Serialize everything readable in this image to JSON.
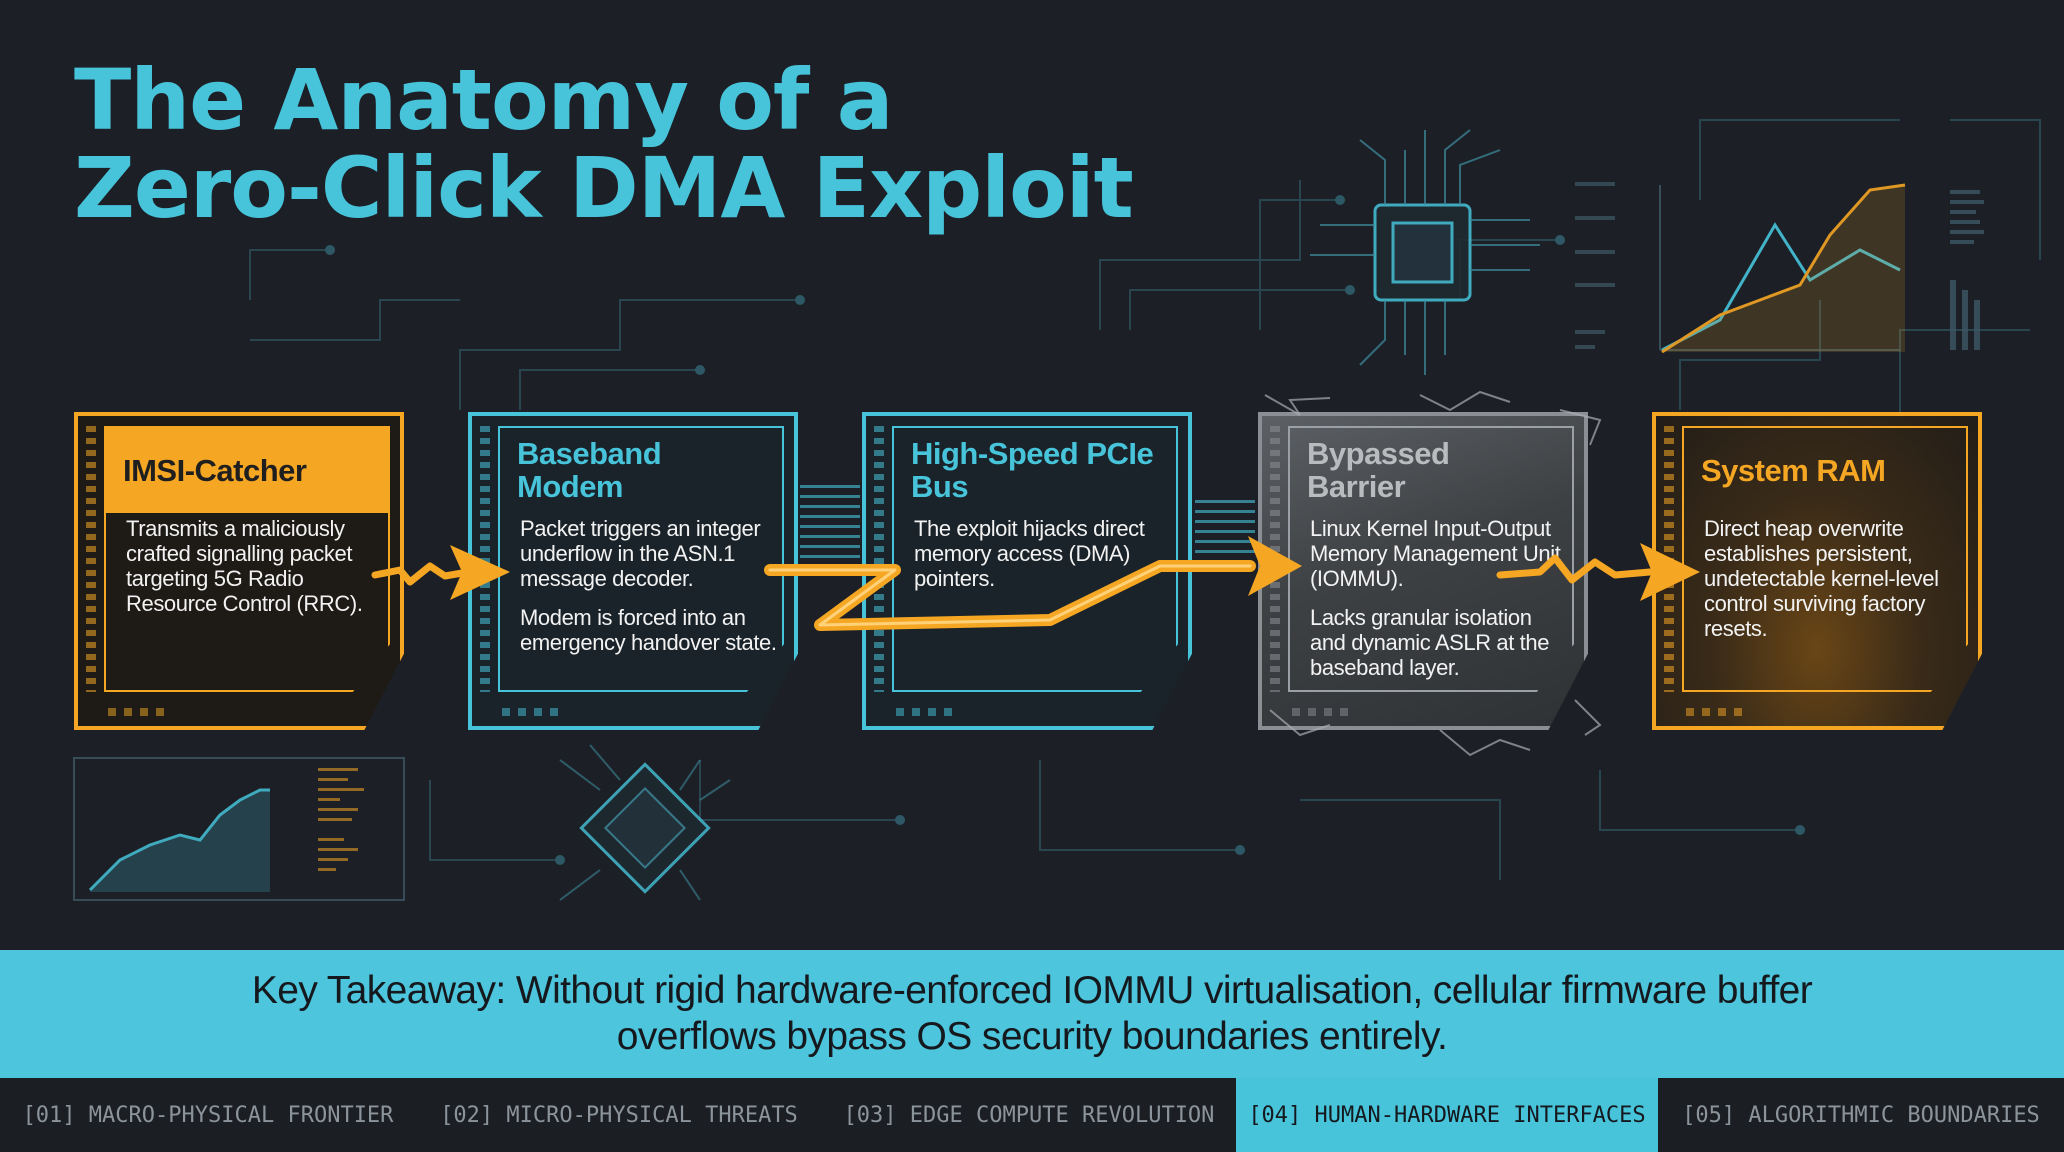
{
  "title": {
    "line1": "The Anatomy of a",
    "line2": "Zero-Click DMA Exploit"
  },
  "stages": [
    {
      "title": "IMSI-Catcher",
      "body": [
        "Transmits a maliciously crafted signalling packet targeting 5G Radio Resource Control (RRC)."
      ]
    },
    {
      "title": "Baseband Modem",
      "body": [
        "Packet triggers an integer underflow in the ASN.1 message decoder.",
        "Modem is forced into an emergency handover state."
      ]
    },
    {
      "title": "High-Speed PCIe Bus",
      "body": [
        "The exploit hijacks direct memory access (DMA) pointers."
      ]
    },
    {
      "title": "Bypassed Barrier",
      "body": [
        "Linux Kernel Input-Output Memory Management Unit (IOMMU).",
        "Lacks granular isolation and dynamic ASLR at the baseband layer."
      ]
    },
    {
      "title": "System RAM",
      "body": [
        "Direct heap overwrite establishes persistent, undetectable kernel-level control surviving factory resets."
      ]
    }
  ],
  "takeaway": "Key Takeaway: Without rigid hardware-enforced IOMMU virtualisation, cellular firmware buffer overflows bypass OS security boundaries entirely.",
  "nav": [
    {
      "label": "[01] MACRO-PHYSICAL FRONTIER",
      "active": false
    },
    {
      "label": "[02] MICRO-PHYSICAL THREATS",
      "active": false
    },
    {
      "label": "[03] EDGE COMPUTE REVOLUTION",
      "active": false
    },
    {
      "label": "[04] HUMAN-HARDWARE INTERFACES",
      "active": true
    },
    {
      "label": "[05] ALGORITHMIC BOUNDARIES",
      "active": false
    }
  ],
  "colors": {
    "accent_cyan": "#47c3da",
    "accent_orange": "#f5a623",
    "background": "#1c2026",
    "barrier_grey": "#8b8f94"
  }
}
